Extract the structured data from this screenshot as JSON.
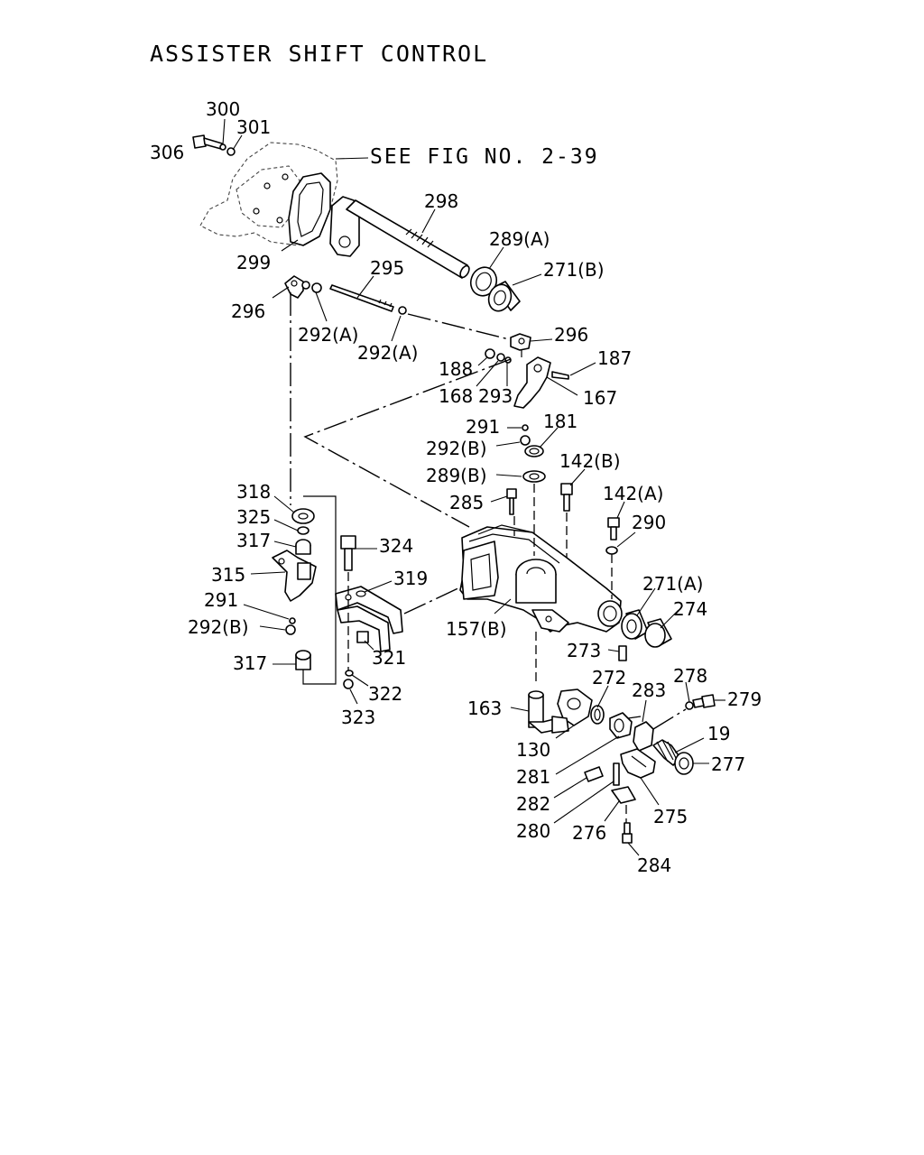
{
  "title": "ASSISTER SHIFT CONTROL",
  "see_note": "SEE FIG NO. 2-39",
  "labels": {
    "p300": "300",
    "p301": "301",
    "p306": "306",
    "p298": "298",
    "p299": "299",
    "p289a": "289(A)",
    "p271b": "271(B)",
    "p295": "295",
    "p296a": "296",
    "p292a1": "292(A)",
    "p292a2": "292(A)",
    "p296b": "296",
    "p188": "188",
    "p187": "187",
    "p168": "168",
    "p293": "293",
    "p167": "167",
    "p291a": "291",
    "p181": "181",
    "p292b1": "292(B)",
    "p289b": "289(B)",
    "p142b": "142(B)",
    "p285": "285",
    "p142a": "142(A)",
    "p290": "290",
    "p318": "318",
    "p325": "325",
    "p317a": "317",
    "p324": "324",
    "p315": "315",
    "p319": "319",
    "p291b": "291",
    "p292b2": "292(B)",
    "p321": "321",
    "p157b": "157(B)",
    "p271a": "271(A)",
    "p274": "274",
    "p273": "273",
    "p317b": "317",
    "p322": "322",
    "p323": "323",
    "p272": "272",
    "p278": "278",
    "p279": "279",
    "p283": "283",
    "p163": "163",
    "p19": "19",
    "p130": "130",
    "p277": "277",
    "p281": "281",
    "p282": "282",
    "p275": "275",
    "p280": "280",
    "p276": "276",
    "p284": "284"
  }
}
